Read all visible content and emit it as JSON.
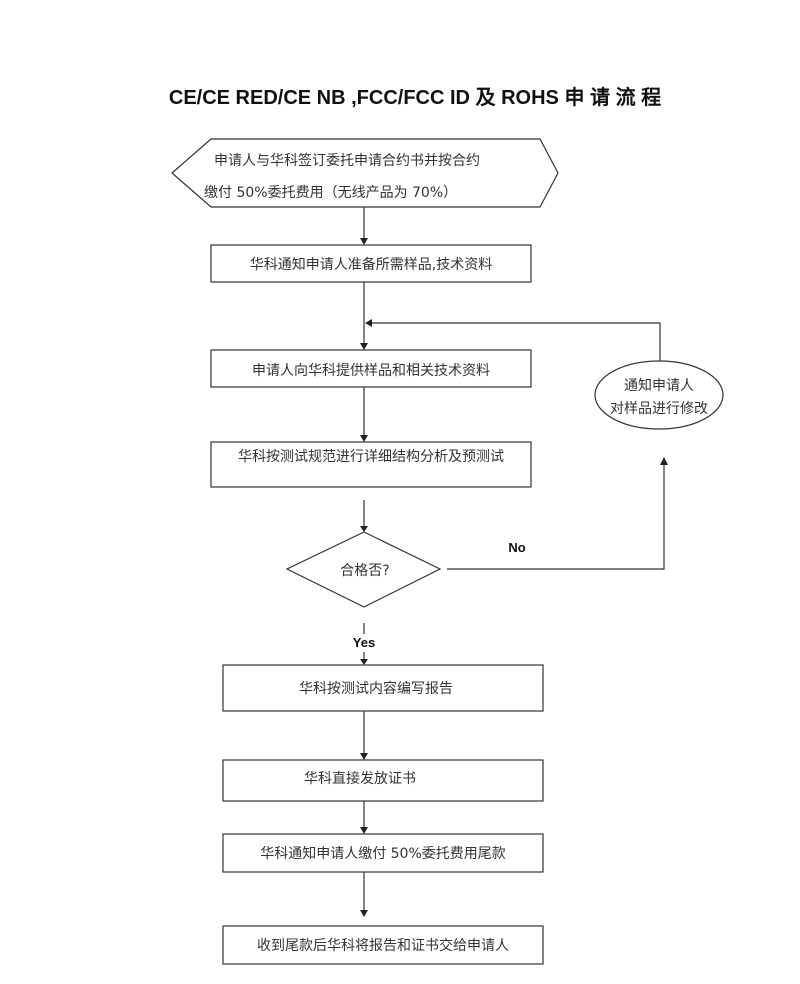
{
  "title": "CE/CE RED/CE NB ,FCC/FCC ID 及 ROHS 申 请 流 程",
  "steps": {
    "start_line1": "申请人与华科签订委托申请合约书并按合约",
    "start_line2": "缴付 50%委托费用（无线产品为 70%）",
    "notify_prepare": "华科通知申请人准备所需样品,技术资料",
    "provide_samples": "申请人向华科提供样品和相关技术资料",
    "pre_test": "华科按测试规范进行详细结构分析及预测试",
    "decision": "合格否?",
    "modify_line1": "通知申请人",
    "modify_line2": "对样品进行修改",
    "write_report": "华科按测试内容编写报告",
    "issue_cert": "华科直接发放证书",
    "notify_balance": "华科通知申请人缴付 50%委托费用尾款",
    "deliver": "收到尾款后华科将报告和证书交给申请人"
  },
  "labels": {
    "no": "No",
    "yes": "Yes"
  }
}
